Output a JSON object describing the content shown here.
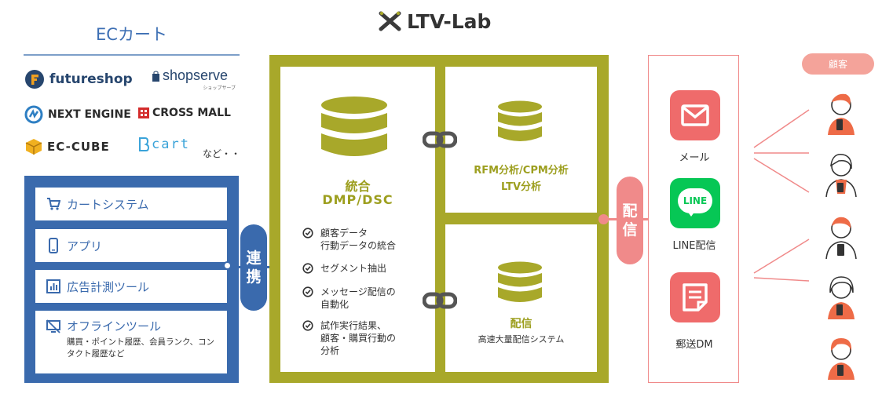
{
  "header": {
    "brand_logo": "LTV-Lab"
  },
  "ec": {
    "title": "ECカート",
    "logos": [
      "futureshop",
      "shopserve",
      "NEXT ENGINE",
      "CROSS MALL",
      "EC-CUBE",
      "cart"
    ],
    "shopserve_sub": "ショップサーブ",
    "nado": "など・・"
  },
  "sources": {
    "items": [
      {
        "label": "カートシステム",
        "icon": "cart-icon"
      },
      {
        "label": "アプリ",
        "icon": "smartphone-icon"
      },
      {
        "label": "広告計測ツール",
        "icon": "chart-icon"
      },
      {
        "label": "オフラインツール",
        "icon": "offline-monitor-icon",
        "sub": "購買・ポイント履歴、会員ランク、コンタクト履歴など"
      }
    ],
    "link_label_1": "連",
    "link_label_2": "携"
  },
  "platform": {
    "dmp_title": "統合",
    "dmp_subtitle": "DMP/DSC",
    "features": [
      "顧客データ",
      "行動データの統合",
      "セグメント抽出",
      "メッセージ配信の",
      "自動化",
      "試作実行結果、",
      "顧客・購買行動の",
      "分析"
    ],
    "analysis_line1": "RFM分析/CPM分析",
    "analysis_line2": "LTV分析",
    "delivery_title": "配信",
    "delivery_subtitle": "高速大量配信システム"
  },
  "delivery_link": {
    "label_1": "配",
    "label_2": "信"
  },
  "channels": [
    {
      "label": "メール",
      "icon": "mail-icon"
    },
    {
      "label": "LINE配信",
      "icon": "line-icon",
      "icon_text": "LINE"
    },
    {
      "label": "郵送DM",
      "icon": "document-icon"
    }
  ],
  "customers": {
    "badge": "顧客"
  },
  "colors": {
    "blue": "#3a6aad",
    "olive": "#a8a82a",
    "olive_text": "#9d9f1f",
    "pink": "#f08a8a",
    "channel_red": "#ef6b6b",
    "line_green": "#06c755",
    "person_orange": "#ee6b47"
  }
}
